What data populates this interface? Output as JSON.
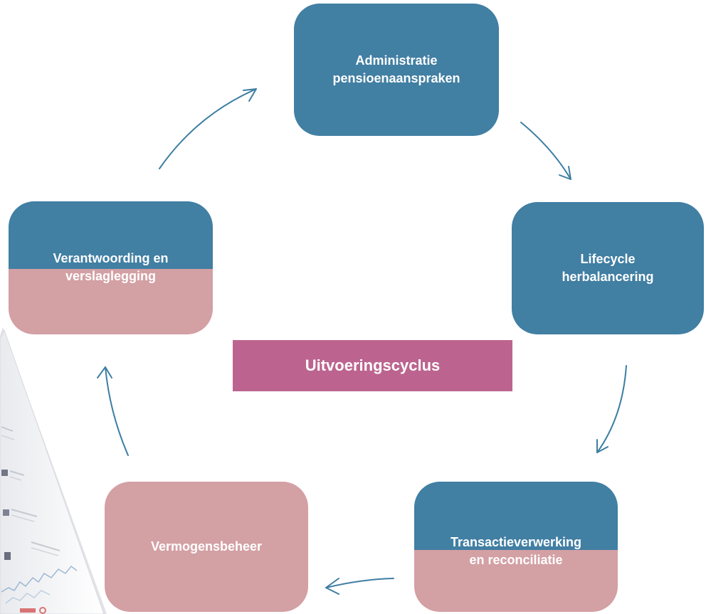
{
  "diagram": {
    "center_label": "Uitvoeringscyclus",
    "nodes": [
      {
        "id": "administratie",
        "label_line1": "Administratie",
        "label_line2": "pensioenaanspraken"
      },
      {
        "id": "lifecycle",
        "label_line1": "Lifecycle",
        "label_line2": "herbalancering"
      },
      {
        "id": "transactie",
        "label_line1": "Transactieverwerking",
        "label_line2": "en reconciliatie"
      },
      {
        "id": "vermogensbeheer",
        "label_line1": "Vermogensbeheer",
        "label_line2": ""
      },
      {
        "id": "verantwoording",
        "label_line1": "Verantwoording en",
        "label_line2": "verslaglegging"
      }
    ],
    "colors": {
      "blue": "#417fa3",
      "pink": "#d3a0a4",
      "magenta": "#bc648f",
      "arrow": "#3d7ea3"
    }
  }
}
